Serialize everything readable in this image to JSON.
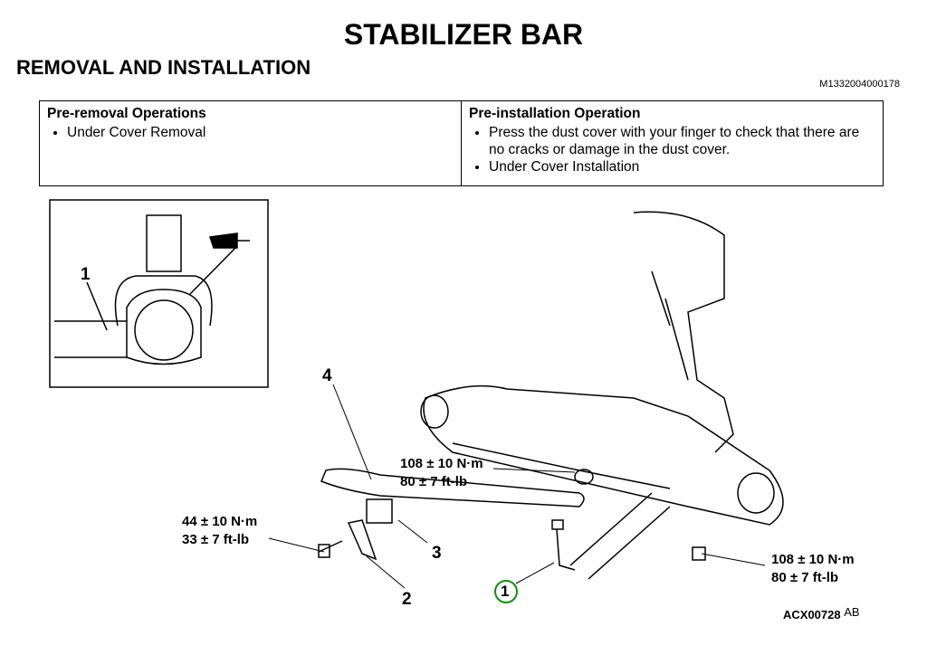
{
  "header": {
    "title": "STABILIZER BAR",
    "subtitle": "REMOVAL AND INSTALLATION",
    "doc_code": "M1332004000178"
  },
  "operations": {
    "pre_removal": {
      "heading": "Pre-removal Operations",
      "items": [
        "Under Cover Removal"
      ]
    },
    "pre_installation": {
      "heading": "Pre-installation Operation",
      "items": [
        "Press the dust cover with your finger to check that there are no cracks or damage in the dust cover.",
        "Under Cover Installation"
      ]
    }
  },
  "diagram": {
    "inset_label": "1",
    "callouts": [
      "1",
      "2",
      "3",
      "4"
    ],
    "torques": [
      {
        "nm": "108 ± 10 N·m",
        "ftlb": "80 ± 7 ft-lb"
      },
      {
        "nm": "44 ± 10 N·m",
        "ftlb": "33 ± 7 ft-lb"
      },
      {
        "nm": "108 ± 10 N·m",
        "ftlb": "80 ± 7 ft-lb"
      }
    ],
    "figure_code": "ACX00728",
    "figure_rev": "AB",
    "highlight_color": "#1a8a1a"
  }
}
